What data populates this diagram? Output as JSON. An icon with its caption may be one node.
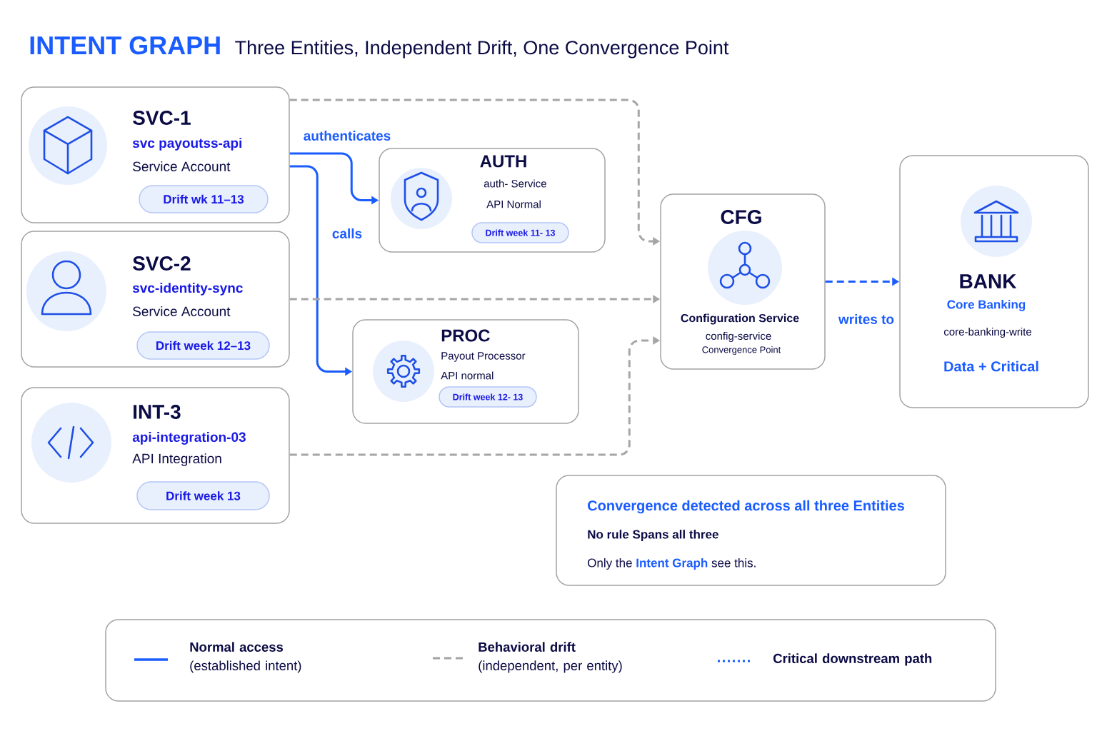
{
  "diagram": {
    "title": "INTENT GRAPH",
    "nodes": [
      {
        "text": [
          "SVC-1",
          "svc payoutss-api",
          "Service Account"
        ]
      },
      {
        "text": [
          "Drift wk 11–13"
        ],
        "in": 0
      },
      {
        "text": [
          "SVC-2",
          "svc-identity-sync",
          "Service Account"
        ]
      },
      {
        "text": [
          "Drift week 12–13"
        ],
        "in": 2
      },
      {
        "text": [
          "INT-3",
          "api-integration-03",
          "API Integration"
        ]
      },
      {
        "text": [
          "Drift week 13"
        ],
        "in": 4
      },
      {
        "text": [
          "AUTH",
          "auth- Service",
          "API Normal"
        ]
      },
      {
        "text": [
          "Drift week 11- 13"
        ],
        "in": 6
      },
      {
        "text": [
          "PROC",
          "Payout Processor",
          "API normal"
        ]
      },
      {
        "text": [
          "Drift week 12- 13"
        ],
        "in": 8
      },
      {
        "text": [
          "CFG",
          "Configuration Service",
          "config-service",
          "Convergence Point"
        ]
      },
      {
        "text": [
          "BANK",
          "Core Banking",
          "core-banking-write",
          "Data + Critical"
        ]
      },
      {
        "text": [
          "Convergence detected across all three Entities",
          "No rule Spans all three",
          "Only the **Intent Graph** see this."
        ]
      }
    ],
    "edges": [
      {
        "from": 0,
        "to": 6,
        "arrow": "to",
        "label": "authenticates"
      },
      {
        "from": 0,
        "to": 8,
        "arrow": "to",
        "label": "calls"
      },
      {
        "from": 0,
        "to": 10,
        "arrow": "to",
        "style": "dashed",
        "color": "#a6a6a6"
      },
      {
        "from": 2,
        "to": 10,
        "arrow": "to",
        "style": "dashed",
        "color": "#a6a6a6"
      },
      {
        "from": 4,
        "to": 10,
        "arrow": "to",
        "style": "dashed",
        "color": "#a6a6a6"
      },
      {
        "from": 10,
        "to": 11,
        "arrow": "to",
        "label": "writes to",
        "style": "dashed"
      }
    ],
    "labels": [
      "Three Entities, Independent Drift, One Convergence Point"
    ],
    "legend": [
      {
        "text": "**Normal access** (established intent)"
      },
      {
        "text": "**Behavioral drift** (independent, per entity)"
      },
      {
        "text": "Critical downstream path"
      }
    ]
  }
}
